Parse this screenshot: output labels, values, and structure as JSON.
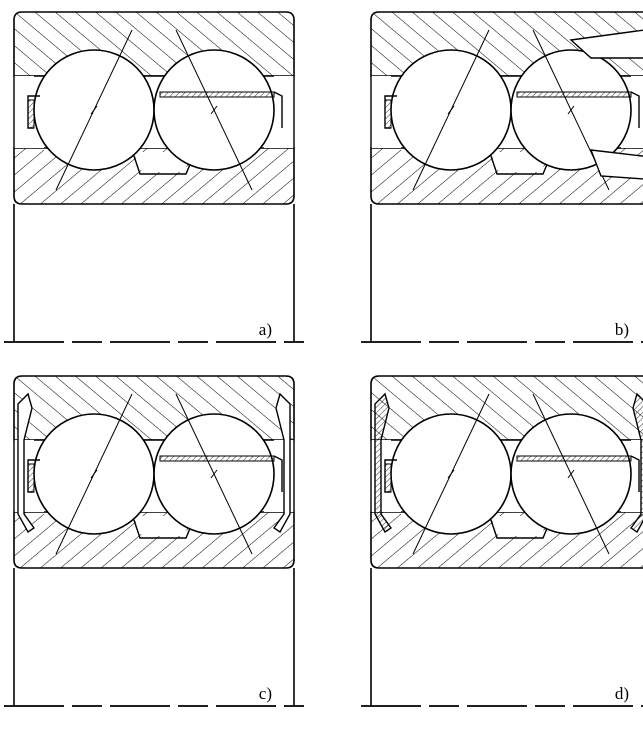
{
  "figure": {
    "panels": [
      {
        "label": "a)",
        "variant": "open"
      },
      {
        "label": "b)",
        "variant": "flinger"
      },
      {
        "label": "c)",
        "variant": "shield"
      },
      {
        "label": "d)",
        "variant": "seal"
      }
    ]
  },
  "colors": {
    "ink": "#000000",
    "paper": "#ffffff"
  }
}
